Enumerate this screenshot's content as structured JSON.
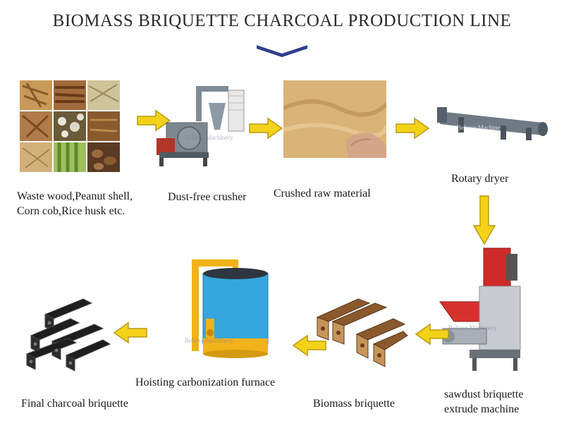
{
  "title": "BIOMASS BRIQUETTE CHARCOAL PRODUCTION LINE",
  "steps": {
    "raw": {
      "line1": "Waste wood,Peanut shell,",
      "line2": "Corn cob,Rice husk etc."
    },
    "crusher": {
      "label": "Dust-free crusher"
    },
    "crushed": {
      "label": "Crushed raw material"
    },
    "dryer": {
      "label": "Rotary dryer"
    },
    "extruder": {
      "line1": "sawdust briquette",
      "line2": "extrude machine"
    },
    "briquette": {
      "label": "Biomass briquette"
    },
    "furnace": {
      "label": "Hoisting carbonization furnace"
    },
    "charcoal": {
      "label": "Final charcoal  briquette"
    }
  },
  "watermarks": {
    "mark1": "Believe Machinery",
    "mark2": "Believe Machine",
    "mark3": "Believe Machinery",
    "mark4": "Believe Machinery"
  },
  "colors": {
    "arrow_fill": "#f4d21a",
    "arrow_stroke": "#b89a10",
    "chevron": "#2f3f8a"
  }
}
